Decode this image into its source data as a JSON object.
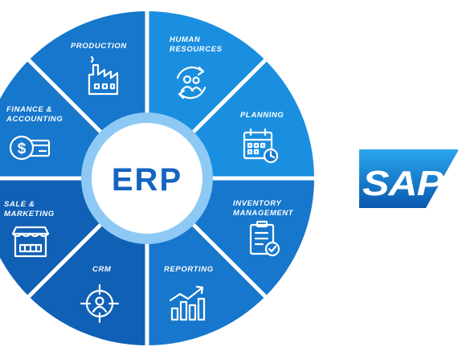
{
  "center_label": "ERP",
  "logo_text": "SAP",
  "colors": {
    "segment_light": "#1a8fe0",
    "segment_mid": "#1677cc",
    "segment_dark": "#1060b5",
    "ring": "#8ec9f5",
    "center_fill": "#ffffff",
    "center_text": "#1565c0",
    "divider": "#ffffff",
    "logo_top": "#2aa6ec",
    "logo_bottom": "#0a58b0"
  },
  "segments": [
    {
      "lines": [
        "PRODUCTION"
      ],
      "icon": "factory-icon"
    },
    {
      "lines": [
        "HUMAN",
        "RESOURCES"
      ],
      "icon": "people-cycle-icon"
    },
    {
      "lines": [
        "PLANNING"
      ],
      "icon": "calendar-clock-icon"
    },
    {
      "lines": [
        "INVENTORY",
        "MANAGEMENT"
      ],
      "icon": "clipboard-check-icon"
    },
    {
      "lines": [
        "REPORTING"
      ],
      "icon": "bar-chart-trend-icon"
    },
    {
      "lines": [
        "CRM"
      ],
      "icon": "customer-target-icon"
    },
    {
      "lines": [
        "SALE &",
        "MARKETING"
      ],
      "icon": "storefront-icon"
    },
    {
      "lines": [
        "FINANCE &",
        "ACCOUNTING"
      ],
      "icon": "money-card-icon"
    }
  ]
}
